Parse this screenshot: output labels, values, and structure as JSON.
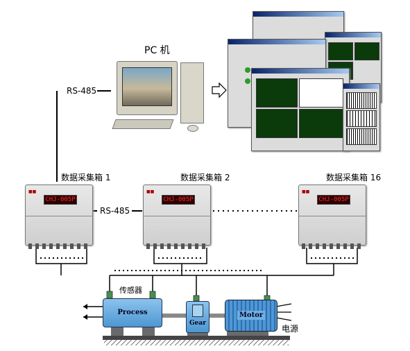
{
  "pc_label": "PC 机",
  "rs485_top": "RS-485",
  "rs485_middle": "RS-485",
  "boxes": [
    {
      "name": "数据采集箱 1",
      "display": "CHJ-005P"
    },
    {
      "name": "数据采集箱 2",
      "display": "CHJ-005P"
    },
    {
      "name": "数据采集箱 16",
      "display": "CHJ-005P"
    }
  ],
  "sensor_label": "传感器",
  "power_label": "电源",
  "machines": {
    "process": "Process",
    "gear": "Gear",
    "motor": "Motor"
  },
  "colors": {
    "process": "#5aa7df",
    "gear": "#5aa7df",
    "motor": "#4f97d6",
    "display_bg": "#2a0000",
    "display_text": "#ff2a2a",
    "plot_bg": "#0b3a0b"
  }
}
